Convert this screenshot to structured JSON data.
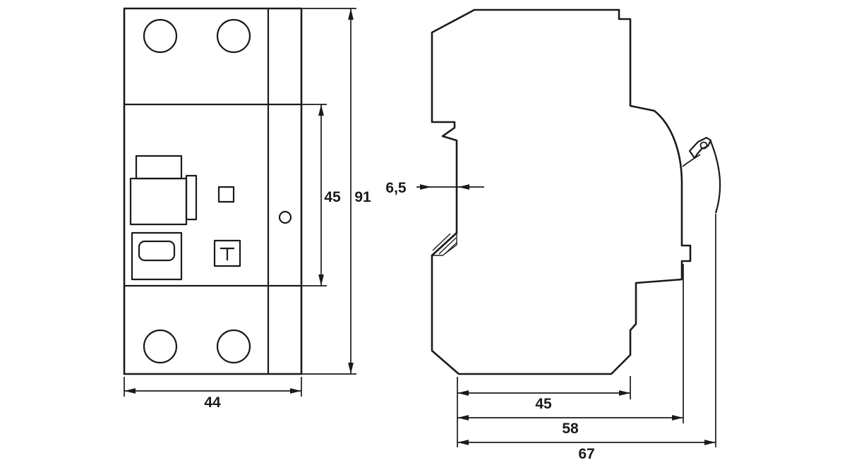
{
  "colors": {
    "ink": "#1a1a1a",
    "background": "#ffffff"
  },
  "drawing": {
    "front_view": {
      "width": "44",
      "module_height": "45",
      "total_height": "91"
    },
    "side_view": {
      "rail_recess_depth": "6,5",
      "body_depth": "45",
      "depth_with_terminal": "58",
      "overall_depth": "67"
    }
  }
}
